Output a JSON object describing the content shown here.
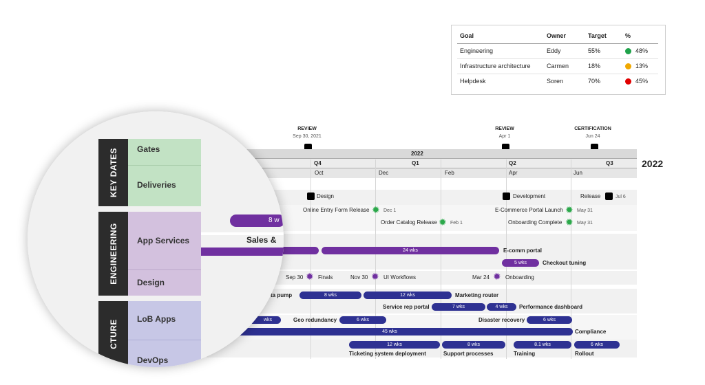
{
  "goals": {
    "headers": [
      "Goal",
      "Owner",
      "Target",
      "%"
    ],
    "rows": [
      {
        "goal": "Engineering",
        "owner": "Eddy",
        "target": "55%",
        "pct": "48%",
        "color": "#1fa24a"
      },
      {
        "goal": "Infrastructure architecture",
        "owner": "Carmen",
        "target": "18%",
        "pct": "13%",
        "color": "#f0a800"
      },
      {
        "goal": "Helpdesk",
        "owner": "Soren",
        "target": "70%",
        "pct": "45%",
        "color": "#e10000"
      }
    ]
  },
  "gates": [
    {
      "title": "REVIEW",
      "date": "Sep 30, 2021"
    },
    {
      "title": "REVIEW",
      "date": "Apr 1"
    },
    {
      "title": "CERTIFICATION",
      "date": "Jun 24"
    }
  ],
  "timescale": {
    "year": "2022",
    "year_big": "2022",
    "quarters": [
      "Q4",
      "Q1",
      "Q2",
      "Q3"
    ],
    "months": [
      "Oct",
      "Dec",
      "Feb",
      "Apr",
      "Jun"
    ]
  },
  "deliveries": [
    {
      "label": "Design"
    },
    {
      "label": "Development"
    },
    {
      "label": "Release",
      "date": "Jul 6"
    }
  ],
  "milestones_green": [
    {
      "label": "Online Entry Form Release",
      "date": "Dec 1"
    },
    {
      "label": "E-Commerce Portal Launch",
      "date": "May 31"
    },
    {
      "label": "Order Catalog Release",
      "date": "Feb 1"
    },
    {
      "label": "Onboarding Complete",
      "date": "May 31"
    }
  ],
  "engineering": {
    "bars": [
      {
        "label": "24 wks"
      },
      {
        "label": "5 wks"
      }
    ],
    "bar_labels": [
      "E-comm portal",
      "Checkout tuning"
    ],
    "design_milestones": [
      {
        "date": "Sep 30",
        "label": "Finals"
      },
      {
        "date": "Nov 30",
        "label": "UI Workflows"
      },
      {
        "date": "Mar 24",
        "label": "Onboarding"
      }
    ]
  },
  "infrastructure": {
    "bars": [
      {
        "label": "8 wks"
      },
      {
        "label": "12 wks"
      },
      {
        "label": "7 wks"
      },
      {
        "label": "4 wks"
      },
      {
        "label": "6 wks"
      },
      {
        "label": "6 wks"
      },
      {
        "label": "45 wks"
      },
      {
        "label": "12 wks"
      },
      {
        "label": "8 wks"
      },
      {
        "label": "8.1 wks"
      },
      {
        "label": "6 wks"
      }
    ],
    "labels": {
      "data_pump": "ta pump",
      "marketing_router": "Marketing router",
      "service_rep": "Service rep portal",
      "performance": "Performance dashboard",
      "geo": "Geo redundancy",
      "disaster": "Disaster recovery",
      "compliance": "Compliance",
      "ticketing": "Ticketing system deployment",
      "support": "Support processes",
      "training": "Training",
      "rollout": "Rollout",
      "partial_wks": "wks"
    }
  },
  "magnifier": {
    "sections": [
      "KEY DATES",
      "ENGINEERING",
      "CTURE"
    ],
    "rows": [
      "Gates",
      "Deliveries",
      "App Services",
      "Design",
      "LoB Apps",
      "DevOps"
    ],
    "bar_label": "8 w",
    "sales_label": "Sales &"
  }
}
